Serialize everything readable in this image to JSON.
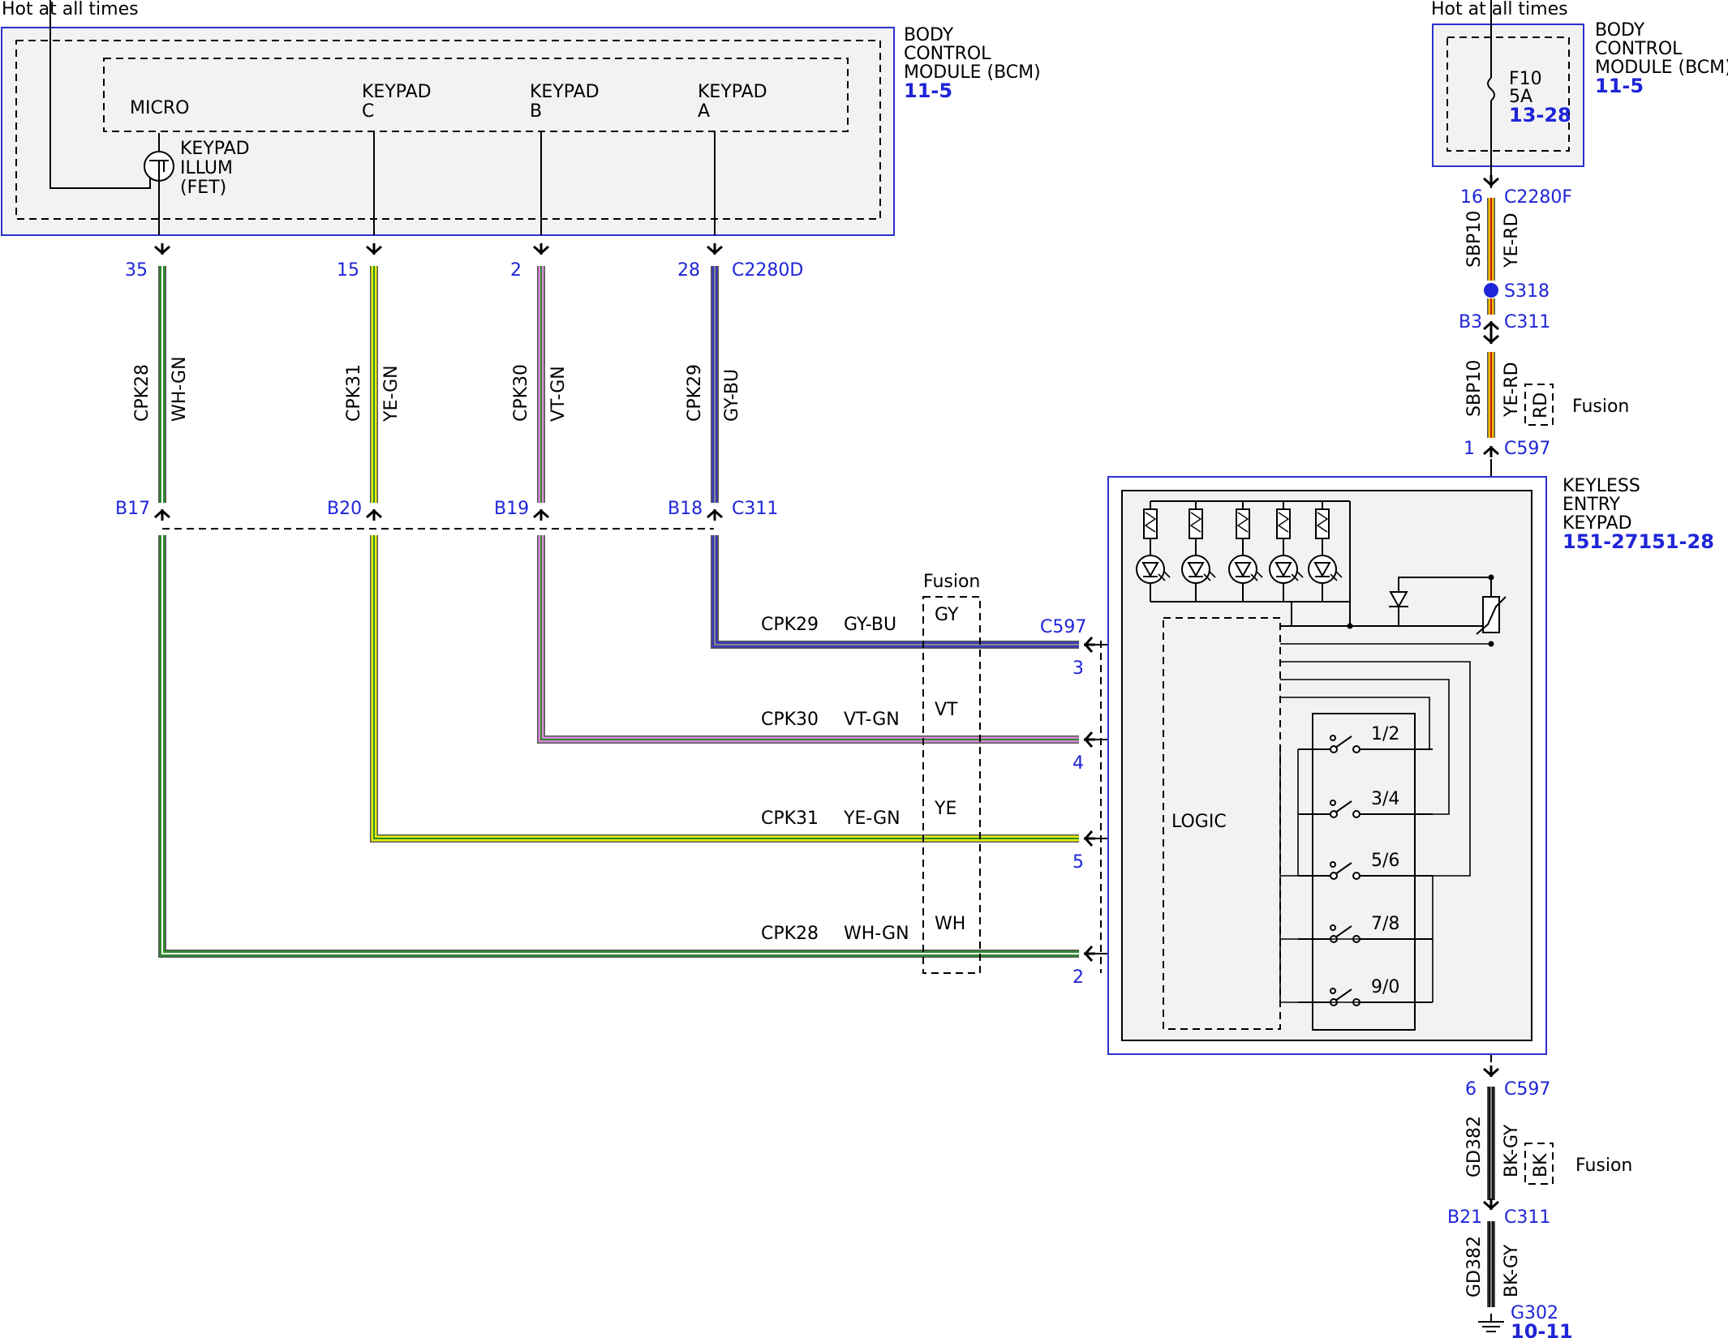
{
  "hot_label": "Hot at all times",
  "bcm_left": {
    "title_lines": [
      "BODY",
      "CONTROL",
      "MODULE (BCM)"
    ],
    "ref": "11-5",
    "micro": "MICRO",
    "keypad_c": [
      "KEYPAD",
      "C"
    ],
    "keypad_b": [
      "KEYPAD",
      "B"
    ],
    "keypad_a": [
      "KEYPAD",
      "A"
    ],
    "fet_lines": [
      "KEYPAD",
      "ILLUM",
      "(FET)"
    ]
  },
  "bcm_right": {
    "title_lines": [
      "BODY",
      "CONTROL",
      "MODULE (BCM)"
    ],
    "ref": "11-5",
    "fuse_lines": [
      "F10",
      "5A"
    ],
    "fuse_ref": "13-28"
  },
  "connectors": {
    "c2280d": "C2280D",
    "c311": "C311",
    "c597": "C597",
    "c2280f": "C2280F",
    "s318": "S318",
    "g302": "G302",
    "g302_ref": "10-11"
  },
  "wires": [
    {
      "circuit": "CPK28",
      "color_code": "WH-GN",
      "top_pin": "35",
      "c311_pin": "B17",
      "keypad_pin": "2",
      "fusion": "WH",
      "main": "#2e8b2e",
      "stripe": "#ffffff"
    },
    {
      "circuit": "CPK31",
      "color_code": "YE-GN",
      "top_pin": "15",
      "c311_pin": "B20",
      "keypad_pin": "5",
      "fusion": "YE",
      "main": "#e8ee10",
      "stripe": "#2e8b2e"
    },
    {
      "circuit": "CPK30",
      "color_code": "VT-GN",
      "top_pin": "2",
      "c311_pin": "B19",
      "keypad_pin": "4",
      "fusion": "VT",
      "main": "#d98ad9",
      "stripe": "#2e8b2e"
    },
    {
      "circuit": "CPK29",
      "color_code": "GY-BU",
      "top_pin": "28",
      "c311_pin": "B18",
      "keypad_pin": "3",
      "fusion": "GY",
      "main": "#3a3ab8",
      "stripe": "#888888"
    }
  ],
  "fusion_label": "Fusion",
  "power": {
    "circuit": "SBP10",
    "color_code": "YE-RD",
    "c2280f_pin": "16",
    "c311_pin": "B3",
    "c597_pin": "1",
    "fusion": "RD",
    "main": "#f2c200",
    "stripe": "#d11414"
  },
  "ground": {
    "circuit": "GD382",
    "color_code": "BK-GY",
    "c597_pin": "6",
    "c311_pin": "B21",
    "fusion": "BK",
    "main": "#111111",
    "stripe": "#888888"
  },
  "keypad": {
    "title_lines": [
      "KEYLESS",
      "ENTRY",
      "KEYPAD"
    ],
    "ref": "151-27151-28",
    "logic": "LOGIC",
    "buttons": [
      "1/2",
      "3/4",
      "5/6",
      "7/8",
      "9/0"
    ]
  },
  "colors": {
    "accent_blue": "#1f25d8",
    "module_fill": "#f2f2f2"
  }
}
